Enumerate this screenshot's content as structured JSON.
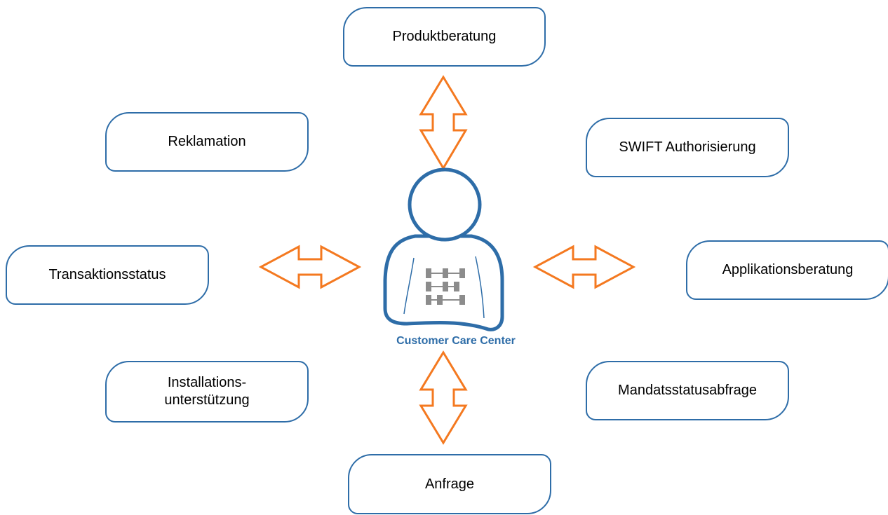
{
  "colors": {
    "node_border": "#2e6da8",
    "arrow": "#f47920",
    "caption": "#2e6da8",
    "text": "#000000"
  },
  "center": {
    "icon": "customer-person-icon",
    "label": "Customer Care Center"
  },
  "nodes": {
    "produktberatung": {
      "label": "Produktberatung"
    },
    "reklamation": {
      "label": "Reklamation"
    },
    "swift": {
      "label": "SWIFT Authorisierung"
    },
    "transaktionsstatus": {
      "label": "Transaktionsstatus"
    },
    "applikationsberatung": {
      "label": "Applikationsberatung"
    },
    "installation": {
      "line1": "Installations-",
      "line2": "unterstützung"
    },
    "mandatsstatus": {
      "label": "Mandatsstatusabfrage"
    },
    "anfrage": {
      "label": "Anfrage"
    }
  },
  "arrows": [
    {
      "name": "arrow-up",
      "connects": [
        "Customer Care Center",
        "Produktberatung"
      ],
      "style": "double-headed"
    },
    {
      "name": "arrow-down",
      "connects": [
        "Customer Care Center",
        "Anfrage"
      ],
      "style": "double-headed"
    },
    {
      "name": "arrow-left",
      "connects": [
        "Customer Care Center",
        "Transaktionsstatus"
      ],
      "style": "double-headed"
    },
    {
      "name": "arrow-right",
      "connects": [
        "Customer Care Center",
        "Applikationsberatung"
      ],
      "style": "double-headed"
    }
  ]
}
